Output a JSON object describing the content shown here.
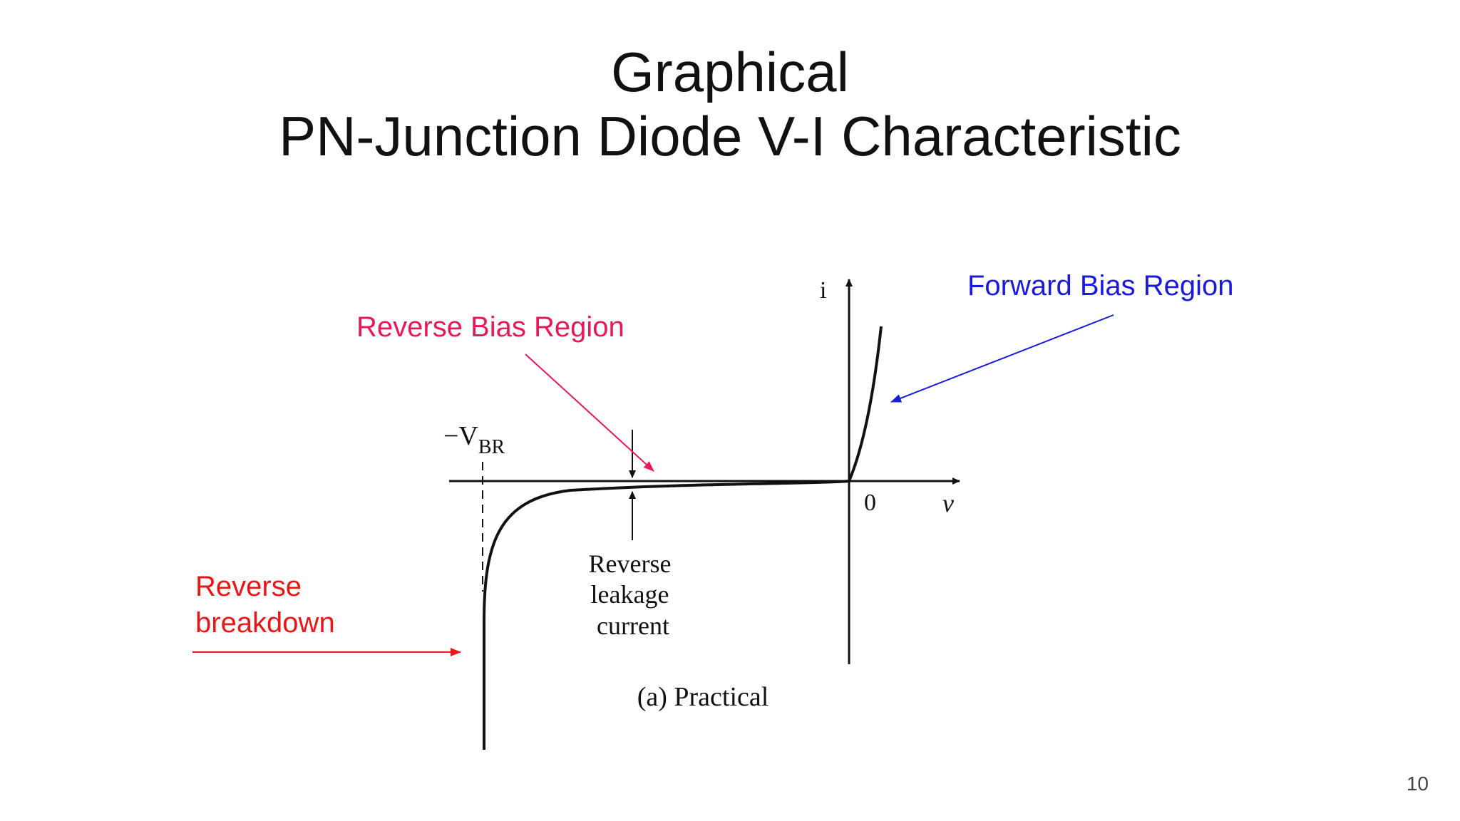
{
  "title": {
    "line1": "Graphical",
    "line2": "PN-Junction Diode V-I Characteristic"
  },
  "axes": {
    "y_label": "i",
    "x_label": "v",
    "origin_label": "0"
  },
  "labels": {
    "breakdown_voltage_prefix": "−V",
    "breakdown_voltage_subscript": "BR",
    "leakage_line1": "Reverse",
    "leakage_line2": "leakage",
    "leakage_line3": "current",
    "caption": "(a) Practical"
  },
  "annotations": {
    "forward_bias": "Forward Bias Region",
    "reverse_bias": "Reverse Bias Region",
    "reverse_breakdown_line1": "Reverse",
    "reverse_breakdown_line2": "breakdown"
  },
  "colors": {
    "forward_bias": "#1a1adb",
    "reverse_bias": "#e8195a",
    "reverse_breakdown": "#e81818",
    "curve": "#111111",
    "title": "#111111"
  },
  "page_number": "10"
}
